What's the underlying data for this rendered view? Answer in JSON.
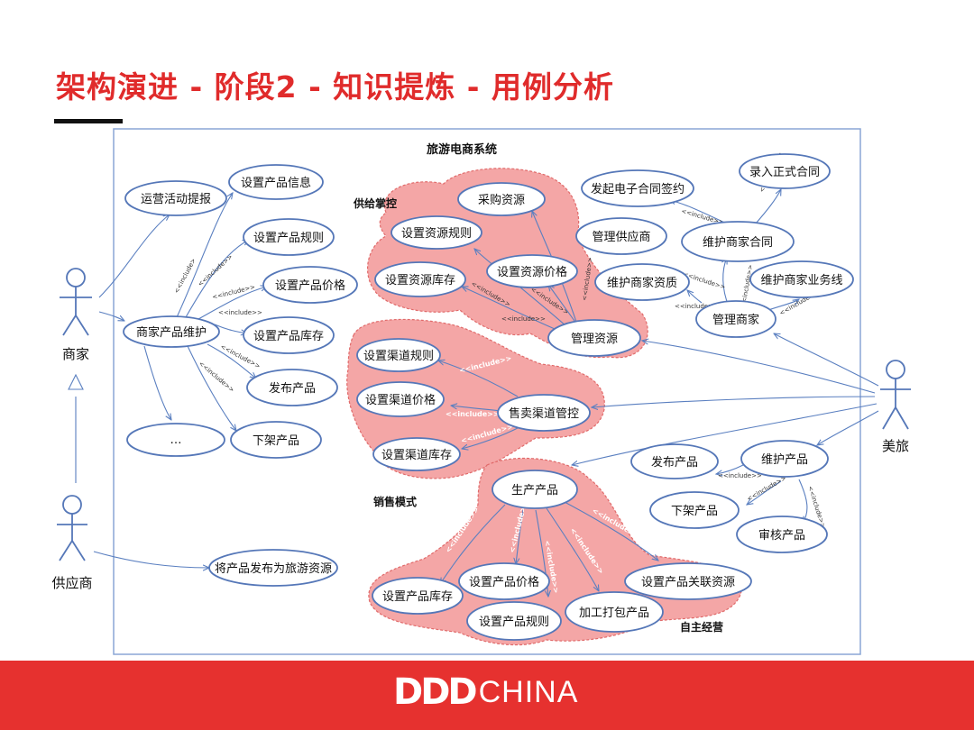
{
  "title": "架构演进 - 阶段2 - 知识提炼 - 用例分析",
  "diagram": {
    "system_name": "旅游电商系统",
    "actors": {
      "merchant": "商家",
      "supplier": "供应商",
      "meilv": "美旅"
    },
    "groups": {
      "supply_control": "供给掌控",
      "sales_mode": "销售模式",
      "self_operated": "自主经营"
    },
    "use_cases": {
      "ops_activity": "运营活动提报",
      "set_product_info": "设置产品信息",
      "set_product_rule": "设置产品规则",
      "set_product_price": "设置产品价格",
      "merchant_product_maint": "商家产品维护",
      "set_product_stock": "设置产品库存",
      "publish_product": "发布产品",
      "ellipsis": "…",
      "unlist_product": "下架产品",
      "publish_as_travel_resource": "将产品发布为旅游资源",
      "purchase_resource": "采购资源",
      "set_resource_rule": "设置资源规则",
      "set_resource_price": "设置资源价格",
      "set_resource_stock": "设置资源库存",
      "manage_resource": "管理资源",
      "initiate_econtract": "发起电子合同签约",
      "enter_contract": "录入正式合同",
      "manage_supplier": "管理供应商",
      "maintain_merchant_contract": "维护商家合同",
      "maintain_merchant_qual": "维护商家资质",
      "maintain_merchant_biz": "维护商家业务线",
      "manage_merchant": "管理商家",
      "set_channel_rule": "设置渠道规则",
      "set_channel_price": "设置渠道价格",
      "channel_control": "售卖渠道管控",
      "set_channel_stock": "设置渠道库存",
      "produce_product": "生产产品",
      "m_set_product_stock": "设置产品库存",
      "m_set_product_price": "设置产品价格",
      "m_set_product_rule": "设置产品规则",
      "package_product": "加工打包产品",
      "set_product_related_res": "设置产品关联资源",
      "m_publish_product": "发布产品",
      "maintain_product": "维护产品",
      "m_unlist_product": "下架产品",
      "review_product": "审核产品"
    },
    "include_label": "<<include>>",
    "include_label_alt": "<<include>"
  },
  "footer": {
    "logo_bold": "DDD",
    "logo_thin": "CHINA"
  },
  "colors": {
    "title_red": "#e02b2b",
    "footer_red": "#e6312f",
    "blob_fill": "#f4a6a6",
    "ellipse_stroke": "#5577b8",
    "arrow": "#5a7fc0"
  }
}
